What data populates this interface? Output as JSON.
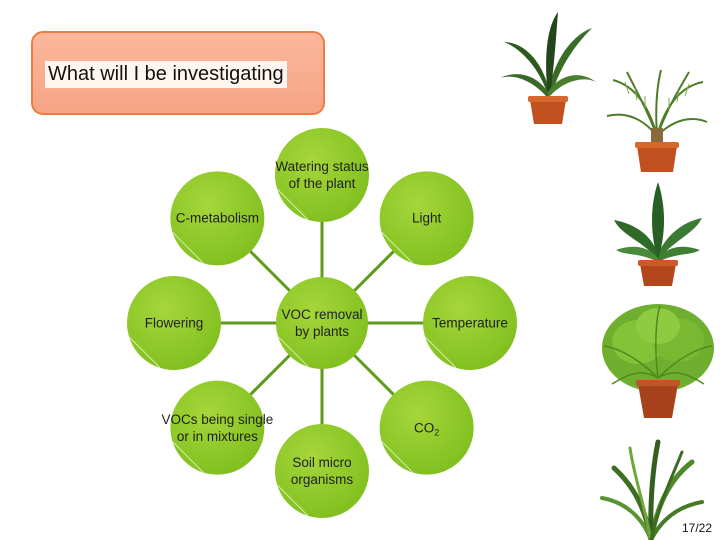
{
  "title": "What will I be investigating",
  "diagram": {
    "center": "VOC removal\nby plants",
    "nodes": [
      {
        "id": "watering",
        "label": "Watering status\nof the plant"
      },
      {
        "id": "light",
        "label": "Light"
      },
      {
        "id": "temperature",
        "label": "Temperature"
      },
      {
        "id": "co2",
        "label": "CO",
        "sub": "2"
      },
      {
        "id": "soil",
        "label": "Soil micro\norganisms"
      },
      {
        "id": "vocs",
        "label": "VOCs being single\nor in mixtures"
      },
      {
        "id": "flowering",
        "label": "Flowering"
      },
      {
        "id": "cmetabolism",
        "label": "C-metabolism"
      }
    ],
    "colors": {
      "node_fill": "#8bc926",
      "node_fill_light": "#a6d63a",
      "connector": "#5f9a1a"
    }
  },
  "plants": [
    {
      "name": "broadleaf-plant-icon"
    },
    {
      "name": "palm-plant-icon"
    },
    {
      "name": "peace-lily-plant-icon"
    },
    {
      "name": "fern-plant-icon"
    },
    {
      "name": "dracaena-plant-icon"
    }
  ],
  "page_number": "17/22"
}
